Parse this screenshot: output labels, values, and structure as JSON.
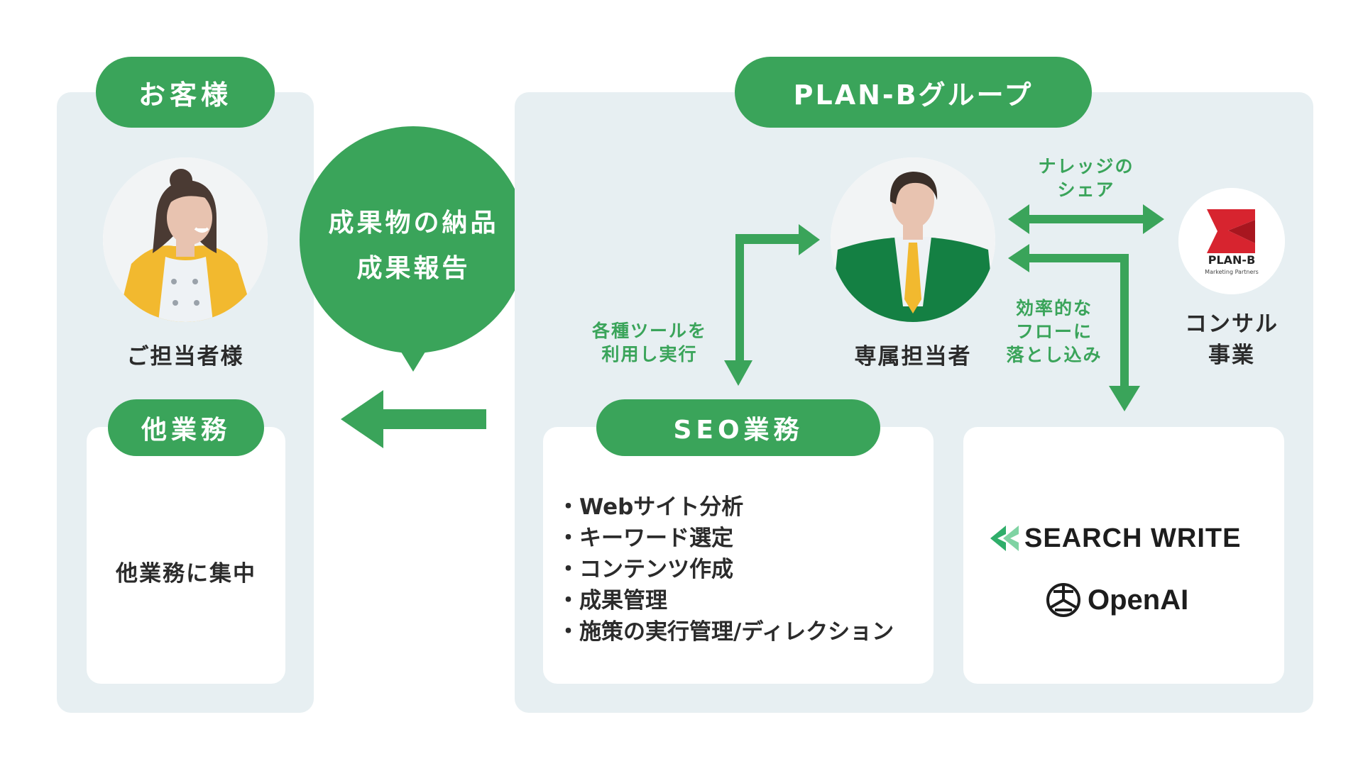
{
  "customer": {
    "header": "お客様",
    "person_label": "ご担当者様",
    "other_work_header": "他業務",
    "other_work_text": "他業務に集中"
  },
  "delivery_bubble": {
    "line1": "成果物の納品",
    "line2": "成果報告"
  },
  "planb": {
    "header": "PLAN-Bグループ",
    "person_label": "専属担当者",
    "knowledge_note": [
      "ナレッジの",
      "シェア"
    ],
    "efficiency_note": [
      "効率的な",
      "フローに",
      "落とし込み"
    ],
    "tools_note": [
      "各種ツールを",
      "利用し実行"
    ],
    "consulting_label": [
      "コンサル",
      "事業"
    ],
    "logo_text": "PLAN-B",
    "logo_subtext": "Marketing Partners"
  },
  "seo": {
    "header": "SEO業務",
    "items": [
      "Webサイト分析",
      "キーワード選定",
      "コンテンツ作成",
      "成果管理",
      "施策の実行管理/ディレクション"
    ]
  },
  "tools": {
    "search_write": "SEARCH WRITE",
    "openai": "OpenAI"
  },
  "colors": {
    "accent_green": "#3aa45a",
    "panel_bg": "#e7eff2",
    "brand_red": "#d7242f"
  }
}
